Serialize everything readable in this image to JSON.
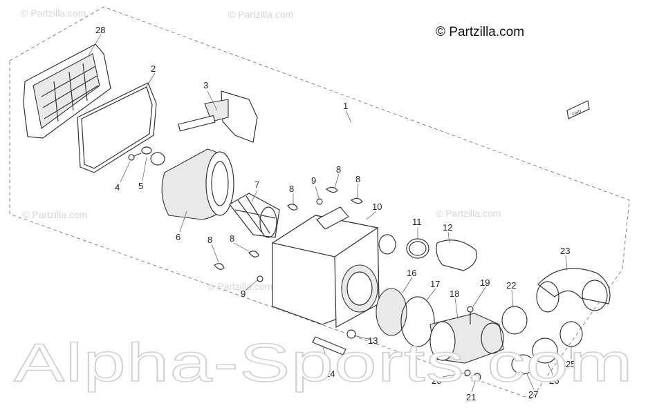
{
  "copyright": "© Partzilla.com",
  "watermarks": {
    "small": [
      "© Partzilla.com",
      "© Partzilla.com",
      "© Partzilla.com",
      "© Partzilla.com",
      "© Partzilla.com"
    ],
    "large": "Alpha-Sports.com"
  },
  "direction_tag": "FWD",
  "callouts": [
    {
      "id": "c28",
      "label": "28"
    },
    {
      "id": "c2",
      "label": "2"
    },
    {
      "id": "c3",
      "label": "3"
    },
    {
      "id": "c1",
      "label": "1"
    },
    {
      "id": "c4",
      "label": "4"
    },
    {
      "id": "c5",
      "label": "5"
    },
    {
      "id": "c6",
      "label": "6"
    },
    {
      "id": "c7",
      "label": "7"
    },
    {
      "id": "c8a",
      "label": "8"
    },
    {
      "id": "c9a",
      "label": "9"
    },
    {
      "id": "c8b",
      "label": "8"
    },
    {
      "id": "c8c",
      "label": "8"
    },
    {
      "id": "c10",
      "label": "10"
    },
    {
      "id": "c8d",
      "label": "8"
    },
    {
      "id": "c8e",
      "label": "8"
    },
    {
      "id": "c9b",
      "label": "9"
    },
    {
      "id": "c11",
      "label": "11"
    },
    {
      "id": "c12",
      "label": "12"
    },
    {
      "id": "c16",
      "label": "16"
    },
    {
      "id": "c17",
      "label": "17"
    },
    {
      "id": "c18",
      "label": "18"
    },
    {
      "id": "c19",
      "label": "19"
    },
    {
      "id": "c22",
      "label": "22"
    },
    {
      "id": "c23",
      "label": "23"
    },
    {
      "id": "c13",
      "label": "13"
    },
    {
      "id": "c14",
      "label": "14"
    },
    {
      "id": "c20",
      "label": "20"
    },
    {
      "id": "c21",
      "label": "21"
    },
    {
      "id": "c25",
      "label": "25"
    },
    {
      "id": "c26",
      "label": "26"
    },
    {
      "id": "c27",
      "label": "27"
    }
  ]
}
